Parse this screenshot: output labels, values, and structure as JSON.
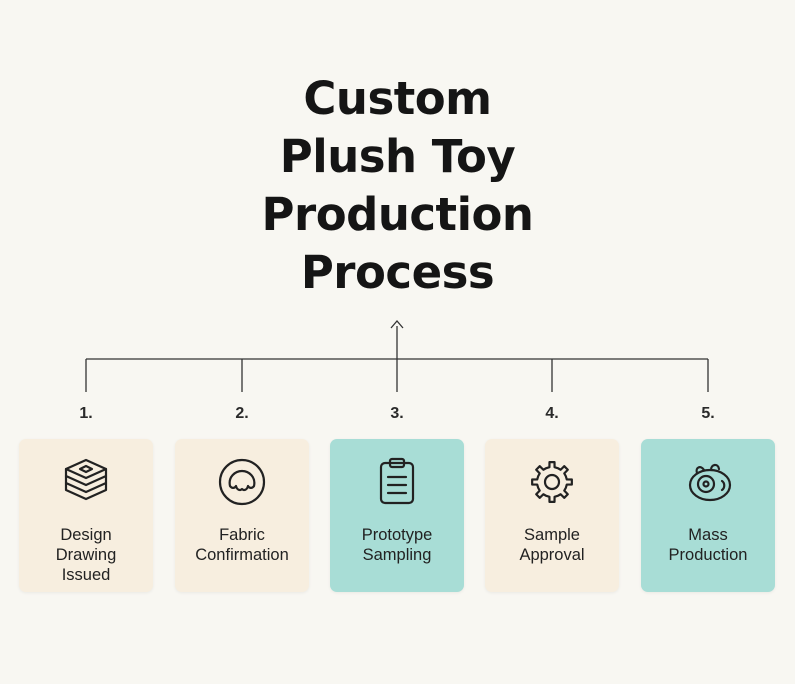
{
  "title_lines": [
    "Custom",
    "Plush Toy",
    "Production",
    "Process"
  ],
  "steps": [
    {
      "number": "1.",
      "label": "Design Drawing Issued",
      "label_lines": [
        "Design",
        "Drawing",
        "Issued"
      ],
      "icon": "layers-icon",
      "color": "#f7eedf"
    },
    {
      "number": "2.",
      "label": "Fabric Confirmation",
      "label_lines": [
        "Fabric",
        "Confirmation"
      ],
      "icon": "fabric-swatch-icon",
      "color": "#f7eedf"
    },
    {
      "number": "3.",
      "label": "Prototype Sampling",
      "label_lines": [
        "Prototype",
        "Sampling"
      ],
      "icon": "clipboard-icon",
      "color": "#a8ddd6"
    },
    {
      "number": "4.",
      "label": "Sample Approval",
      "label_lines": [
        "Sample",
        "Approval"
      ],
      "icon": "gear-icon",
      "color": "#f7eedf"
    },
    {
      "number": "5.",
      "label": "Mass Production",
      "label_lines": [
        "Mass",
        "Production"
      ],
      "icon": "plush-toy-icon",
      "color": "#a8ddd6"
    }
  ]
}
